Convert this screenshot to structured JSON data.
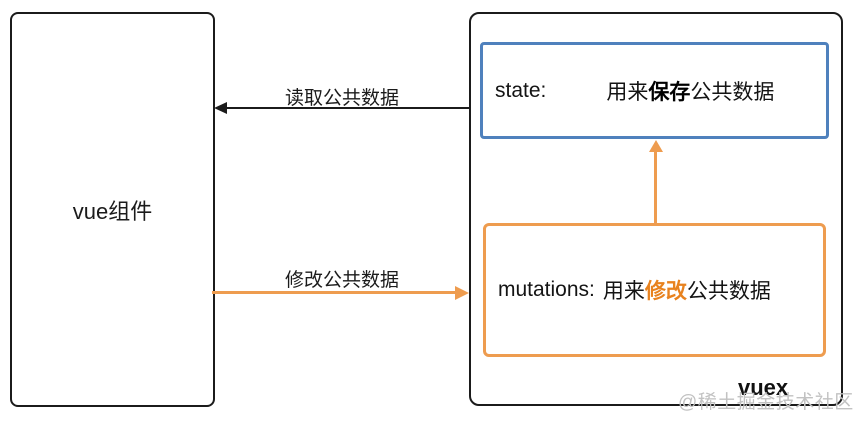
{
  "diagram": {
    "left_box": {
      "label": "vue组件"
    },
    "vuex_box": {
      "label": "vuex"
    },
    "state_box": {
      "key": "state:",
      "desc_prefix": "用来",
      "desc_bold": "保存",
      "desc_suffix": "公共数据"
    },
    "mutations_box": {
      "key": "mutations:",
      "desc_prefix": "用来",
      "desc_bold": "修改",
      "desc_suffix": "公共数据"
    },
    "arrows": {
      "read": {
        "label": "读取公共数据",
        "direction": "right-to-left",
        "color": "#1b1b1b"
      },
      "modify": {
        "label": "修改公共数据",
        "direction": "left-to-right",
        "color": "#EE9C4F"
      },
      "commit": {
        "direction": "bottom-to-top",
        "color": "#EE9C4F"
      }
    },
    "colors": {
      "state_border": "#4F81BD",
      "mutations_border": "#EE9C4F",
      "modify_bold_text": "#E8821E",
      "line_black": "#1b1b1b",
      "watermark_gray": "#C2C2C2"
    },
    "watermark": "@稀土掘金技术社区"
  }
}
